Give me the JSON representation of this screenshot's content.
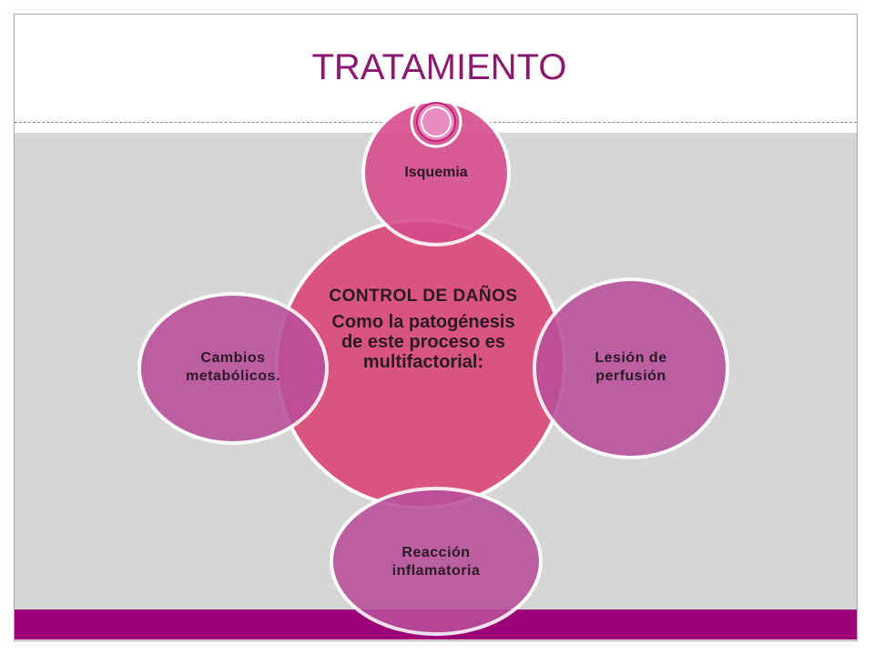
{
  "slide": {
    "title": "TRATAMIENTO",
    "colors": {
      "title": "#8a1a6e",
      "panel": "#d6d6d6",
      "footer": "#9b0079",
      "center_fill": "#d9547f",
      "satellite_fill": "#b94f9a",
      "top_fill": "#d64a8b",
      "stroke": "#ffffff"
    }
  },
  "diagram": {
    "center": {
      "title": "CONTROL DE DAÑOS",
      "text": "Como la patogénesis de este proceso es multifactorial:"
    },
    "nodes": [
      {
        "id": "top",
        "label": "Isquemia"
      },
      {
        "id": "right",
        "label": "Lesión de perfusión"
      },
      {
        "id": "bottom",
        "label": "Reacción inflamatoria"
      },
      {
        "id": "left",
        "label": "Cambios metabólicos."
      }
    ]
  }
}
